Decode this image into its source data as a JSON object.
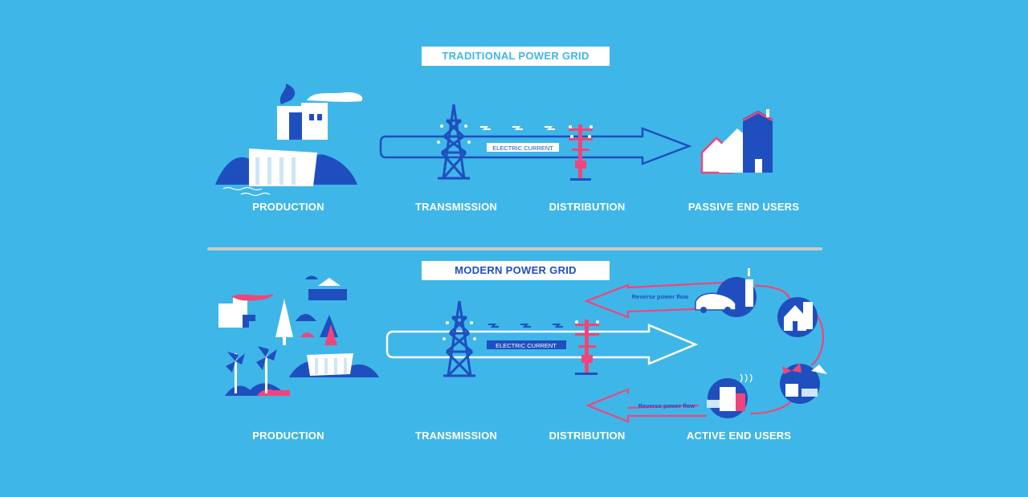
{
  "titles": {
    "traditional": "TRADITIONAL POWER GRID",
    "modern": "MODERN POWER GRID"
  },
  "traditional_labels": {
    "production": "PRODUCTION",
    "transmission": "TRANSMISSION",
    "distribution": "DISTRIBUTION",
    "end_users": "PASSIVE END USERS"
  },
  "modern_labels": {
    "production": "PRODUCTION",
    "transmission": "TRANSMISSION",
    "distribution": "DISTRIBUTION",
    "end_users": "ACTIVE END USERS"
  },
  "arrows": {
    "current_label": "ELECTRIC CURRENT",
    "reverse_flow": "Reverse power flow"
  },
  "colors": {
    "background": "#3fb6e8",
    "dark_blue": "#1f4fbf",
    "pink": "#f0457a",
    "white": "#ffffff",
    "divider": "#c9c9c9"
  },
  "icons": {
    "production": "power-plant-icon",
    "transmission": "pylon-icon",
    "distribution": "utility-pole-icon",
    "houses": "houses-icon"
  }
}
